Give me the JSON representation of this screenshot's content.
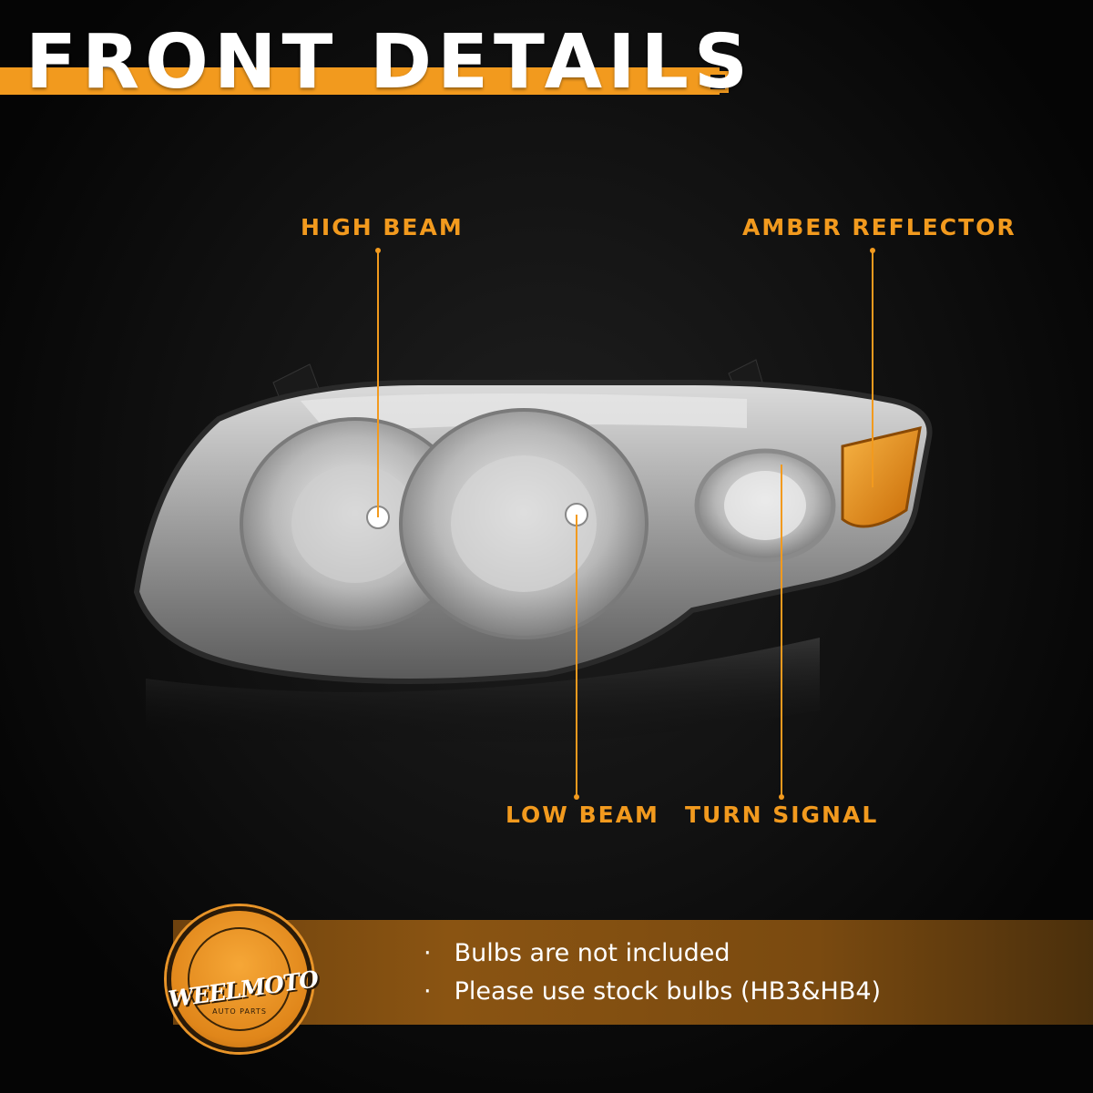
{
  "header": {
    "title": "FRONT DETAILS"
  },
  "callouts": {
    "high_beam": "HIGH BEAM",
    "amber_reflector": "AMBER REFLECTOR",
    "low_beam": "LOW BEAM",
    "turn_signal": "TURN SIGNAL"
  },
  "notes": {
    "items": [
      "Bulbs are not included",
      "Please use stock bulbs (HB3&HB4)"
    ],
    "bullet": "·"
  },
  "brand": {
    "logo_text": "WEELMOTO",
    "logo_subtext": "AUTO PARTS"
  },
  "colors": {
    "accent": "#f29a1e",
    "background": "#111111",
    "amber": "#e08a10"
  }
}
